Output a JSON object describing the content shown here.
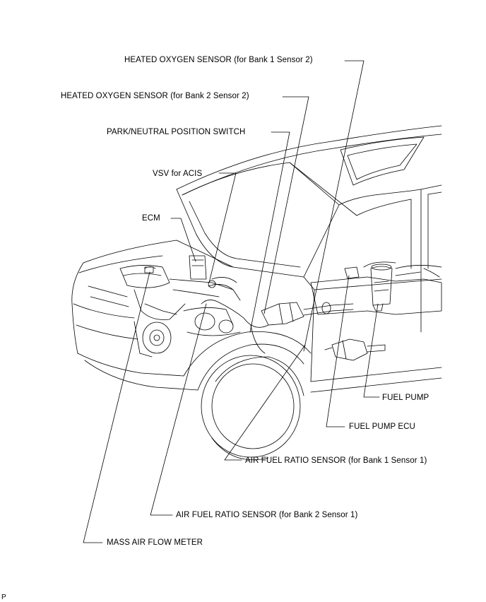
{
  "labels": {
    "ho2s_b1s2": "HEATED OXYGEN SENSOR (for Bank 1 Sensor 2)",
    "ho2s_b2s2": "HEATED OXYGEN SENSOR (for Bank 2 Sensor 2)",
    "pnp_switch": "PARK/NEUTRAL POSITION SWITCH",
    "vsv_acis": "VSV for ACIS",
    "ecm": "ECM",
    "fuel_pump": "FUEL PUMP",
    "fuel_pump_ecu": "FUEL PUMP ECU",
    "af_b1s1": "AIR FUEL RATIO SENSOR (for Bank 1 Sensor 1)",
    "af_b2s1": "AIR FUEL RATIO SENSOR (for Bank 2 Sensor 1)",
    "maf": "MASS AIR FLOW METER"
  },
  "corner_mark": "P"
}
